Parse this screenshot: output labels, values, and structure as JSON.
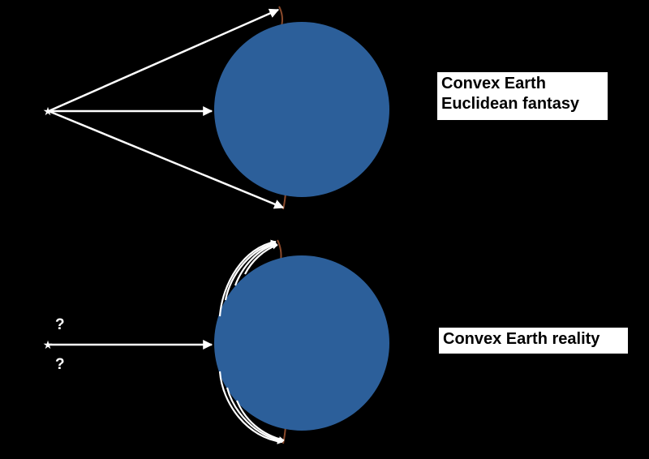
{
  "colors": {
    "background": "#000000",
    "earth_fill": "#2c5f9a",
    "earth_edge": "#8b4a2b",
    "ray_color": "#ffffff",
    "label_bg": "#ffffff",
    "label_text": "#000000"
  },
  "icons": {
    "observer": "star-icon"
  },
  "panels": {
    "fantasy": {
      "title_line1": "Convex Earth",
      "title_line2": "Euclidean fantasy"
    },
    "reality": {
      "title": "Convex Earth reality",
      "question_upper": "?",
      "question_lower": "?"
    }
  }
}
